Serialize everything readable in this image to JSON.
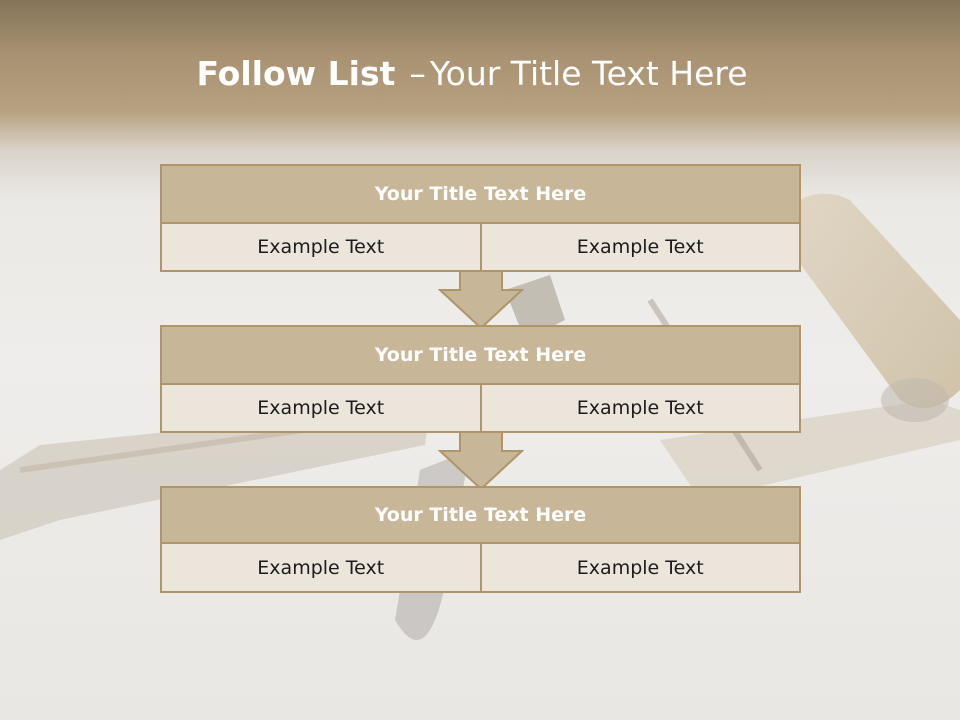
{
  "slide": {
    "title_bold": "Follow List",
    "title_dash": "–",
    "title_rest": "Your Title Text Here"
  },
  "steps": [
    {
      "title": "Your Title Text Here",
      "left": "Example Text",
      "right": "Example Text"
    },
    {
      "title": "Your Title Text Here",
      "left": "Example Text",
      "right": "Example Text"
    },
    {
      "title": "Your Title Text Here",
      "left": "Example Text",
      "right": "Example Text"
    }
  ],
  "colors": {
    "header_band": "#a89272",
    "box_title_fill": "#c8b698",
    "box_border": "#b09568",
    "cell_fill": "#ebe5dc",
    "arrow_fill": "#c8b698"
  },
  "icons": [
    "down-arrow-icon",
    "down-arrow-icon"
  ]
}
